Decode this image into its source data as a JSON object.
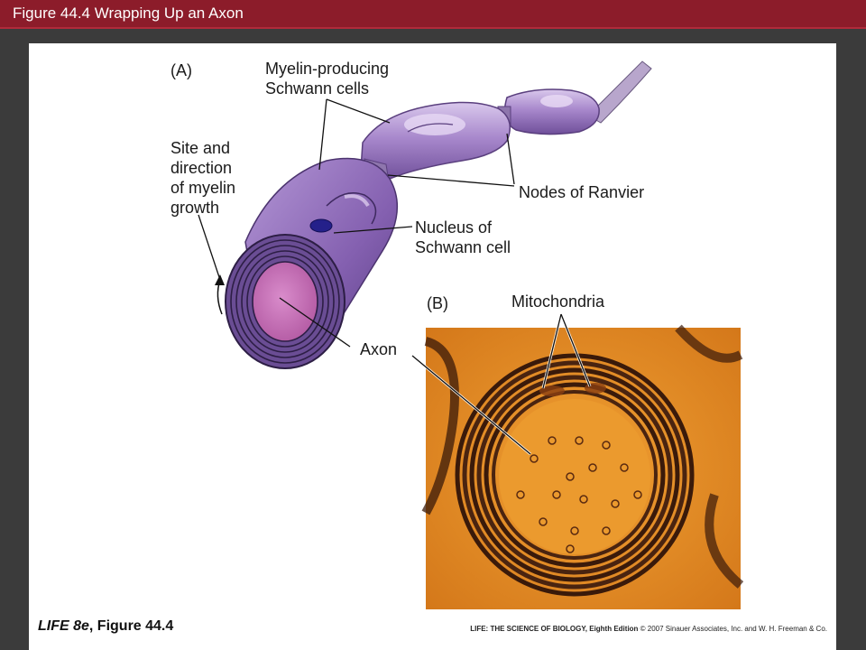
{
  "header": {
    "title": "Figure 44.4  Wrapping Up an Axon"
  },
  "figure": {
    "panel_a": "(A)",
    "panel_b": "(B)",
    "labels": {
      "schwann_line1": "Myelin-producing",
      "schwann_line2": "Schwann cells",
      "site_line1": "Site and",
      "site_line2": "direction",
      "site_line3": "of myelin",
      "site_line4": "growth",
      "nodes": "Nodes of Ranvier",
      "nucleus_line1": "Nucleus of",
      "nucleus_line2": "Schwann cell",
      "axon": "Axon",
      "mitochondria": "Mitochondria"
    }
  },
  "footer": {
    "book_title": "LIFE 8e",
    "figure_ref": ", Figure 44.4",
    "credit_bold": "LIFE: THE SCIENCE OF BIOLOGY, Eighth Edition",
    "credit_rest": "  © 2007 Sinauer Associates, Inc. and W. H. Freeman & Co."
  },
  "colors": {
    "title_bar": "#8c1c2a",
    "myelin": "#9b79c0",
    "axon": "#c46cb4",
    "micrograph": "#e08a1e"
  }
}
